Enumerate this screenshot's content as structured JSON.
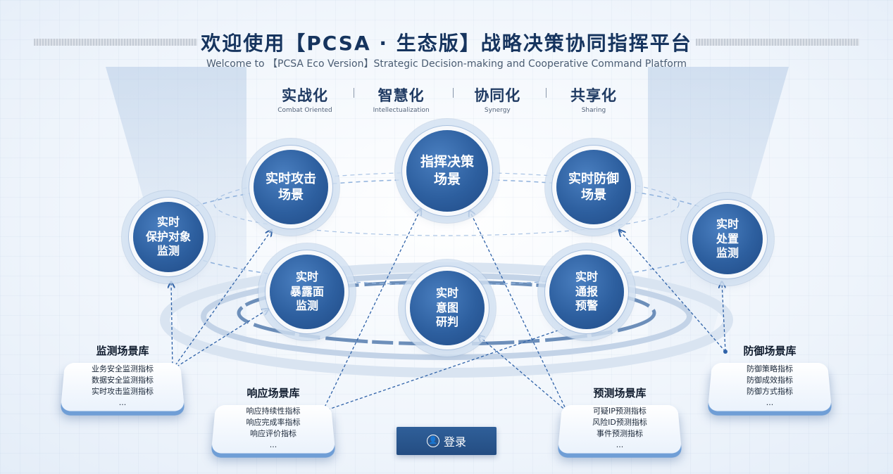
{
  "header": {
    "title": "欢迎使用【PCSA · 生态版】战略决策协同指挥平台",
    "subtitle": "Welcome to 【PCSA Eco Version】Strategic Decision-making and Cooperative Command Platform"
  },
  "tags": [
    {
      "cn": "实战化",
      "en": "Combat Oriented"
    },
    {
      "cn": "智慧化",
      "en": "Intellectualization"
    },
    {
      "cn": "协同化",
      "en": "Synergy"
    },
    {
      "cn": "共享化",
      "en": "Sharing"
    }
  ],
  "nodes": {
    "attack": "实时攻击\n场景",
    "command": "指挥决策\n场景",
    "defense": "实时防御\n场景",
    "protect": "实时\n保护对象\n监测",
    "exposure": "实时\n暴露面\n监测",
    "intent": "实时\n意图\n研判",
    "alert": "实时\n通报\n预警",
    "disposal": "实时\n处置\n监测"
  },
  "libraries": {
    "monitor": {
      "title": "监测场景库",
      "items": [
        "业务安全监测指标",
        "数据安全监测指标",
        "实时攻击监测指标",
        "..."
      ]
    },
    "response": {
      "title": "响应场景库",
      "items": [
        "响应持续性指标",
        "响应完成率指标",
        "响应评价指标",
        "..."
      ]
    },
    "predict": {
      "title": "预测场景库",
      "items": [
        "可疑IP预测指标",
        "风险ID预测指标",
        "事件预测指标",
        "..."
      ]
    },
    "defense": {
      "title": "防御场景库",
      "items": [
        "防御策略指标",
        "防御成效指标",
        "防御方式指标",
        "..."
      ]
    }
  },
  "login": {
    "label": "登录",
    "icon": "user-icon"
  },
  "colors": {
    "primary": "#2d5f9f",
    "title": "#16345e"
  }
}
